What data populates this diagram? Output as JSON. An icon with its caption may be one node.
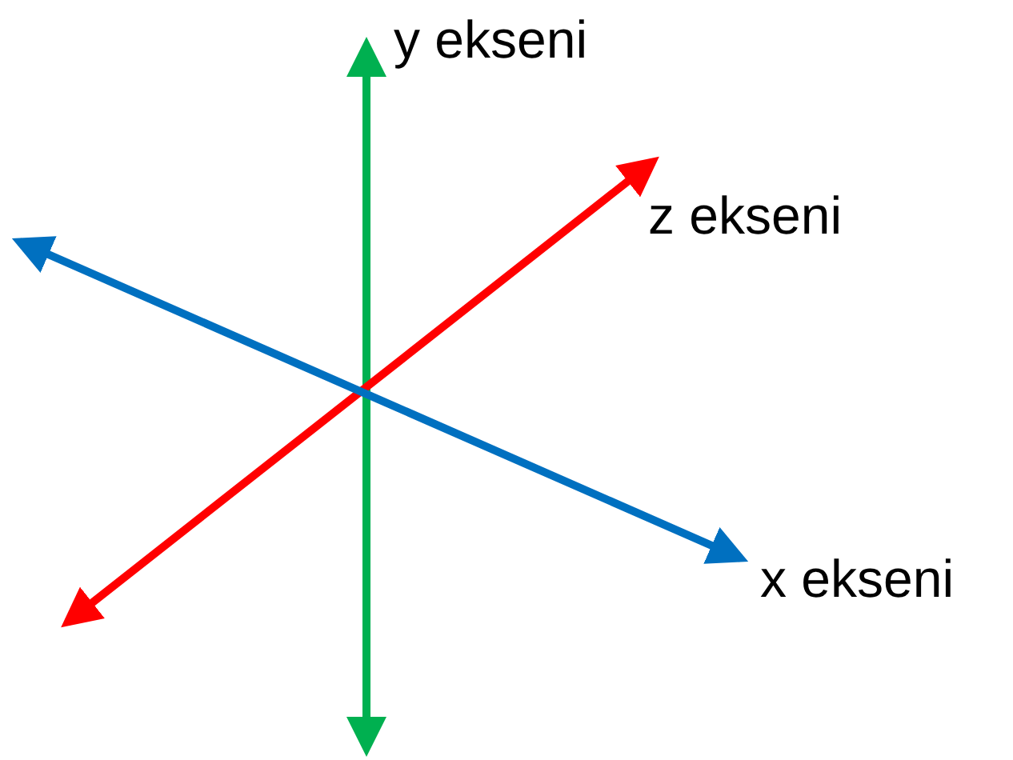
{
  "diagram": {
    "labels": [
      "y ekseni",
      "z ekseni",
      "x ekseni"
    ]
  }
}
